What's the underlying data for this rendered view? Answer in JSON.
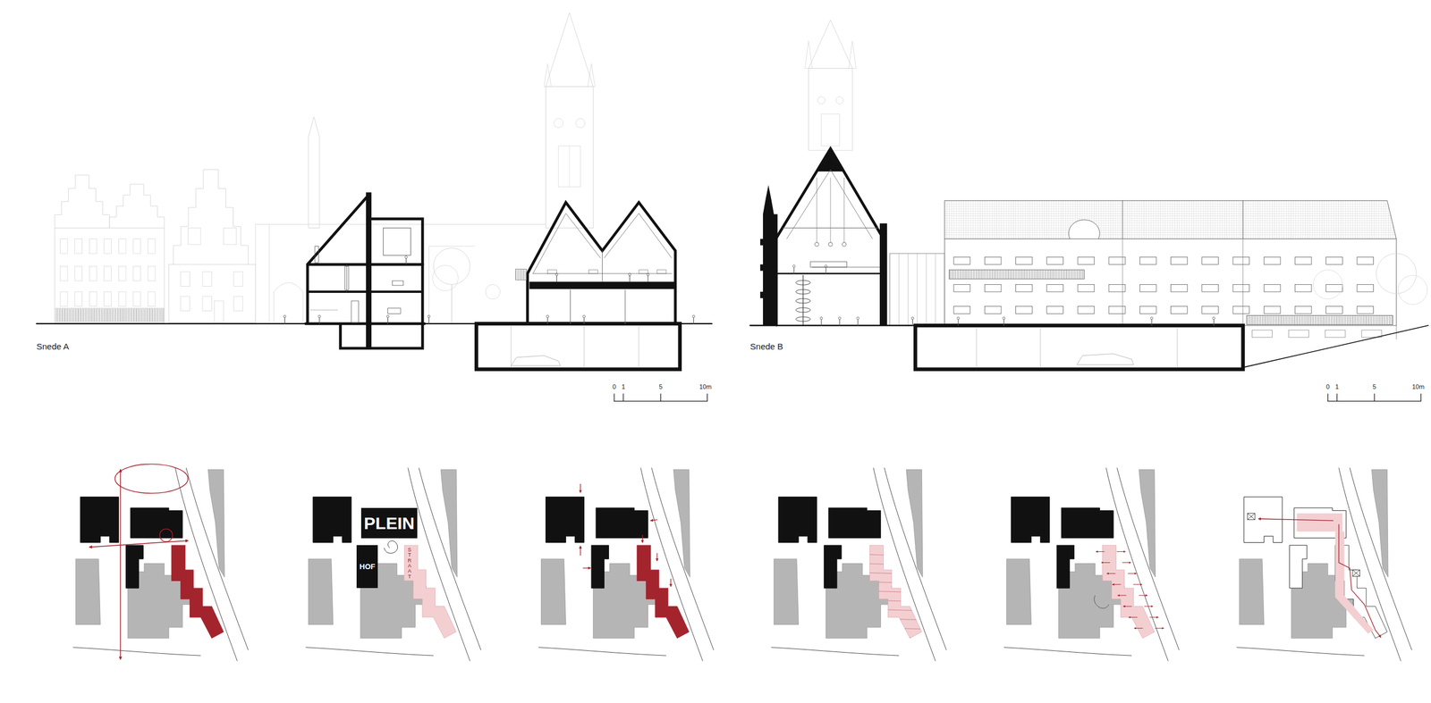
{
  "diagram": {
    "nodes": [
      {
        "text": [
          "PLEIN"
        ]
      },
      {
        "text": [
          "HOF"
        ]
      },
      {
        "text": [
          "STRAAT"
        ]
      }
    ],
    "labels": [
      "Snede A",
      "0",
      "1",
      "5",
      "10m",
      "Snede B",
      "0",
      "1",
      "5",
      "10m"
    ]
  }
}
